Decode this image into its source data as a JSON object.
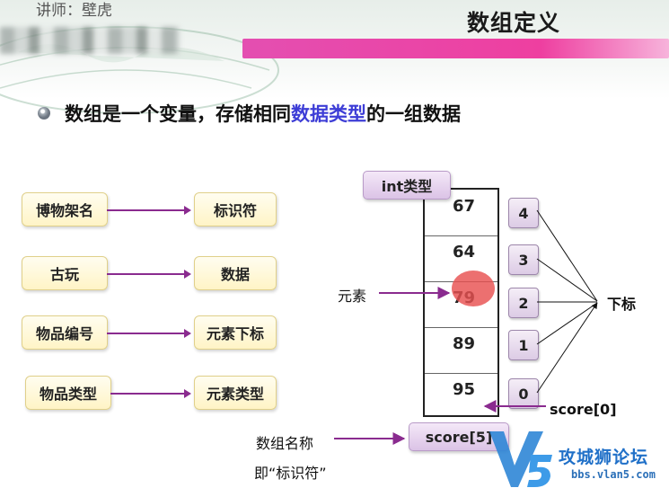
{
  "header": {
    "instructor": "讲师：壁虎",
    "title": "数组定义"
  },
  "bullet": {
    "prefix": "数组是一个变量，存储相同",
    "highlight": "数据类型",
    "suffix": "的一组数据"
  },
  "mapping": [
    {
      "left": "博物架名",
      "right": "标识符"
    },
    {
      "left": "古玩",
      "right": "数据"
    },
    {
      "left": "物品编号",
      "right": "元素下标"
    },
    {
      "left": "物品类型",
      "right": "元素类型"
    }
  ],
  "array": {
    "type_label": "int类型",
    "values": [
      "67",
      "64",
      "79",
      "89",
      "95"
    ],
    "indices": [
      "4",
      "3",
      "2",
      "1",
      "0"
    ],
    "element_label": "元素",
    "index_label": "下标",
    "first_element_label": "score[0]",
    "name_tag": "score[5]",
    "name_caption": "数组名称",
    "name_caption2": "即“标识符”"
  },
  "watermark": {
    "logo": "V5",
    "title": "攻城狮论坛",
    "url": "bbs.vlan5.com"
  },
  "colors": {
    "pink_bar": "#ee3fa0",
    "highlight_text": "#3d3dd6",
    "arrow": "#8a2b8f",
    "box_fill": "#fff4c6",
    "tag_fill": "#dbc3e6",
    "red_dot": "#e85050",
    "watermark_blue": "#2070c8"
  }
}
